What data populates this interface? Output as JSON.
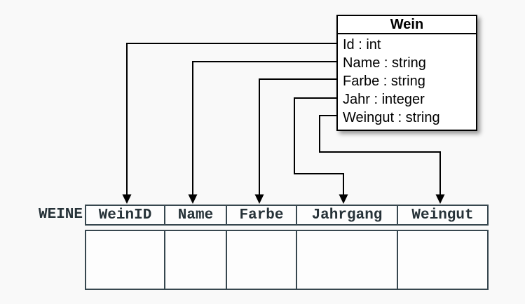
{
  "class_box": {
    "title": "Wein",
    "attributes": [
      "Id : int",
      "Name : string",
      "Farbe : string",
      "Jahr : integer",
      "Weingut : string"
    ]
  },
  "table": {
    "name": "WEINE",
    "columns": [
      "WeinID",
      "Name",
      "Farbe",
      "Jahrgang",
      "Weingut"
    ],
    "body_rows": 1
  },
  "mappings": [
    {
      "from": "Id",
      "to": "WeinID"
    },
    {
      "from": "Name",
      "to": "Name"
    },
    {
      "from": "Farbe",
      "to": "Farbe"
    },
    {
      "from": "Jahr",
      "to": "Jahrgang"
    },
    {
      "from": "Weingut",
      "to": "Weingut"
    }
  ],
  "colors": {
    "background": "#f9f9f9",
    "table_border": "#37474f",
    "table_text": "#263238",
    "class_border": "#000000",
    "arrow": "#000000"
  }
}
